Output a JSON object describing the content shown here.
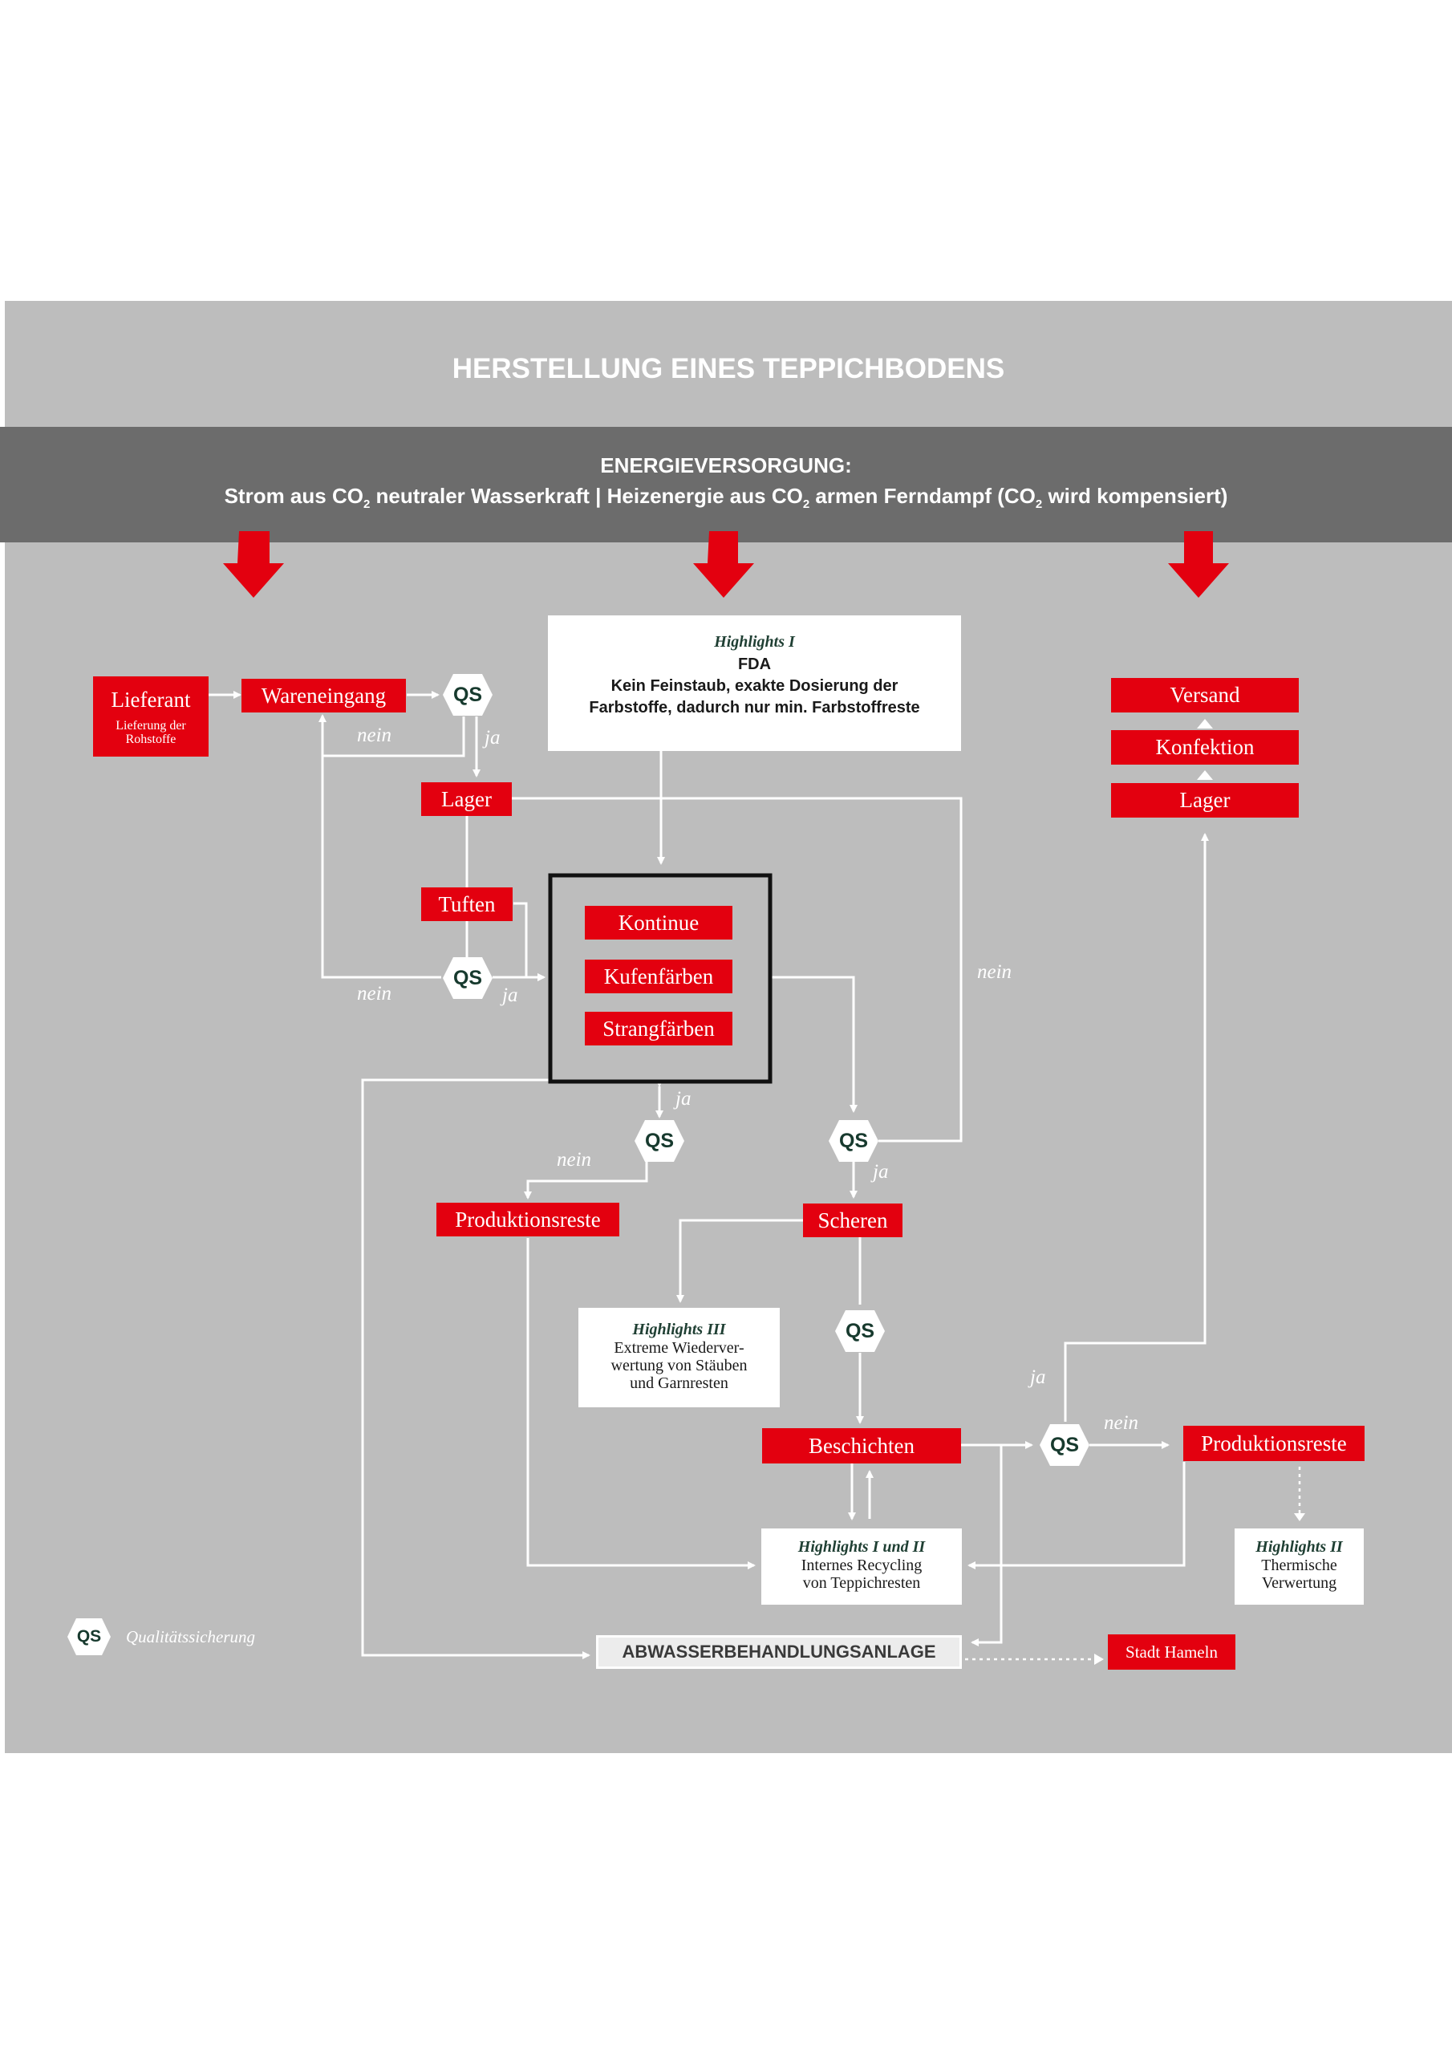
{
  "title": "HERSTELLUNG EINES TEPPICHBODENS",
  "energy": {
    "heading": "ENERGIEVERSORGUNG:",
    "line": {
      "p1": "Strom aus CO",
      "sub1": "2",
      "p2": " neutraler Wasserkraft | Heizenergie aus CO",
      "sub2": "2",
      "p3": " armen Ferndampf (CO",
      "sub3": "2",
      "p4": " wird kompensiert)"
    }
  },
  "nodes": {
    "lieferant": "Lieferant",
    "lieferant_sub": "Lieferung der Rohstoffe",
    "wareneingang": "Wareneingang",
    "lager1": "Lager",
    "tuften": "Tuften",
    "kontinue": "Kontinue",
    "kufenfaerben": "Kufenfärben",
    "strangfaerben": "Strangfärben",
    "produktionsreste1": "Produktionsreste",
    "scheren": "Scheren",
    "beschichten": "Beschichten",
    "produktionsreste2": "Produktionsreste",
    "versand": "Versand",
    "konfektion": "Konfektion",
    "lager2": "Lager",
    "abwasser": "ABWASSERBEHANDLUNGSANLAGE",
    "stadt": "Stadt Hameln"
  },
  "highlights": {
    "h1_title": "Highlights I",
    "h1_l1": "FDA",
    "h1_l2": "Kein Feinstaub, exakte Dosierung der",
    "h1_l3": "Farbstoffe, dadurch nur min. Farbstoffreste",
    "h3_title": "Highlights III",
    "h3_l1": "Extreme Wiederver-",
    "h3_l2": "wertung von Stäuben",
    "h3_l3": "und Garnresten",
    "h12_title": "Highlights I und II",
    "h12_l1": "Internes Recycling",
    "h12_l2": "von Teppichresten",
    "h2_title": "Highlights II",
    "h2_l1": "Thermische",
    "h2_l2": "Verwertung"
  },
  "labels": {
    "qs": "QS",
    "ja": "ja",
    "nein": "nein"
  },
  "legend": {
    "qs": "QS",
    "text": "Qualitätssicherung"
  },
  "colors": {
    "red": "#e3000f",
    "panel": "#bdbdbd",
    "band": "#6c6c6c",
    "qs_text": "#173a2e"
  }
}
